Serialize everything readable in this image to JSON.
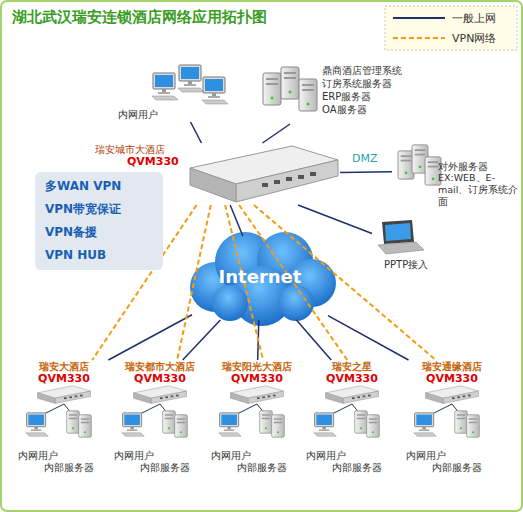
{
  "diagram": {
    "title": "湖北武汉瑞安连锁酒店网络应用拓扑图",
    "nodes": [
      {
        "text": [
          "内网用户"
        ]
      },
      {
        "text": [
          "鼎商酒店管理系统 订房系统服务器 ERP服务器 OA服务器"
        ]
      },
      {
        "text": [
          "瑞安城市大酒店",
          "QVM330"
        ]
      },
      {
        "text": [
          "对外服务器",
          "EX:WEB、E-mail、订房系统介面"
        ]
      },
      {
        "text": [
          "多WAN VPN",
          "VPN带宽保证",
          "VPN备援",
          "VPN HUB"
        ]
      },
      {
        "text": [
          "PPTP接入"
        ]
      },
      {
        "text": [
          "Internet"
        ]
      },
      {
        "text": [
          "瑞安大酒店",
          "QVM330"
        ]
      },
      {
        "text": [
          "瑞安都市大酒店",
          "QVM330"
        ]
      },
      {
        "text": [
          "瑞安阳光大酒店",
          "QVM330"
        ]
      },
      {
        "text": [
          "瑞安之星",
          "QVM330"
        ]
      },
      {
        "text": [
          "瑞安通缘酒店",
          "QVM330"
        ]
      }
    ],
    "edges": [
      {
        "from": 2,
        "to": 0,
        "arrow": "none"
      },
      {
        "from": 2,
        "to": 1,
        "arrow": "none"
      },
      {
        "from": 2,
        "to": 3,
        "label": "DMZ",
        "arrow": "none"
      },
      {
        "from": 2,
        "to": 5,
        "arrow": "none"
      },
      {
        "from": 2,
        "to": 6,
        "arrow": "none"
      },
      {
        "from": 6,
        "to": 7,
        "arrow": "none"
      },
      {
        "from": 6,
        "to": 8,
        "arrow": "none"
      },
      {
        "from": 6,
        "to": 9,
        "arrow": "none"
      },
      {
        "from": 6,
        "to": 10,
        "arrow": "none"
      },
      {
        "from": 6,
        "to": 11,
        "arrow": "none"
      },
      {
        "from": 2,
        "to": 7,
        "arrow": "none"
      },
      {
        "from": 2,
        "to": 8,
        "arrow": "none"
      },
      {
        "from": 2,
        "to": 9,
        "arrow": "none"
      },
      {
        "from": 2,
        "to": 10,
        "arrow": "none"
      },
      {
        "from": 2,
        "to": 11,
        "arrow": "none"
      }
    ],
    "labels": [
      "内网用户",
      "内部服务器",
      "内网用户",
      "内部服务器",
      "内网用户",
      "内部服务器",
      "内网用户",
      "内部服务器",
      "内网用户",
      "内部服务器"
    ],
    "legend": [
      {
        "text": "一般上网"
      },
      {
        "text": "VPN网络"
      }
    ]
  }
}
